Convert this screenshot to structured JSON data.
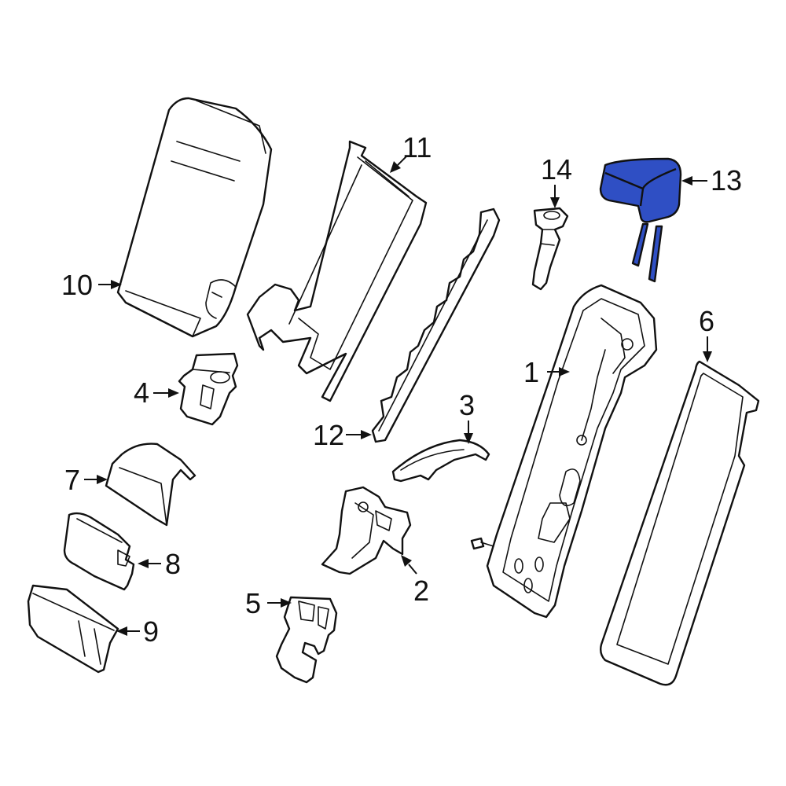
{
  "colors": {
    "line": "#111111",
    "background": "#ffffff",
    "highlight": "#2f4fc4"
  },
  "highlighted_part": "13",
  "callouts": {
    "c1": "1",
    "c2": "2",
    "c3": "3",
    "c4": "4",
    "c5": "5",
    "c6": "6",
    "c7": "7",
    "c8": "8",
    "c9": "9",
    "c10": "10",
    "c11": "11",
    "c12": "12",
    "c13": "13",
    "c14": "14"
  }
}
